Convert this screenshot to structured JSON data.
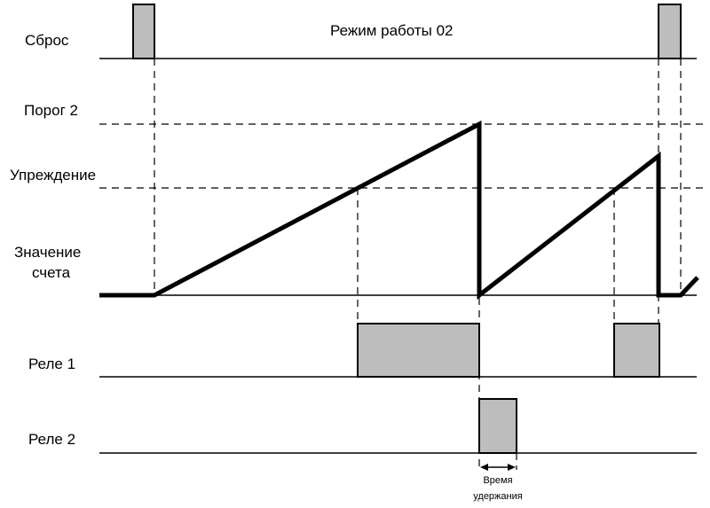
{
  "diagram": {
    "mode_title": "Режим работы 02",
    "rows": {
      "reset": "Сброс",
      "threshold2": "Порог 2",
      "lead": "Упреждение",
      "count_line1": "Значение",
      "count_line2": "счета",
      "relay1": "Реле 1",
      "relay2": "Реле 2"
    },
    "hold_time_line1": "Время",
    "hold_time_line2": "удержания",
    "colors": {
      "pulse_fill": "#bdbdbd",
      "line": "#000000",
      "background": "#ffffff"
    }
  }
}
